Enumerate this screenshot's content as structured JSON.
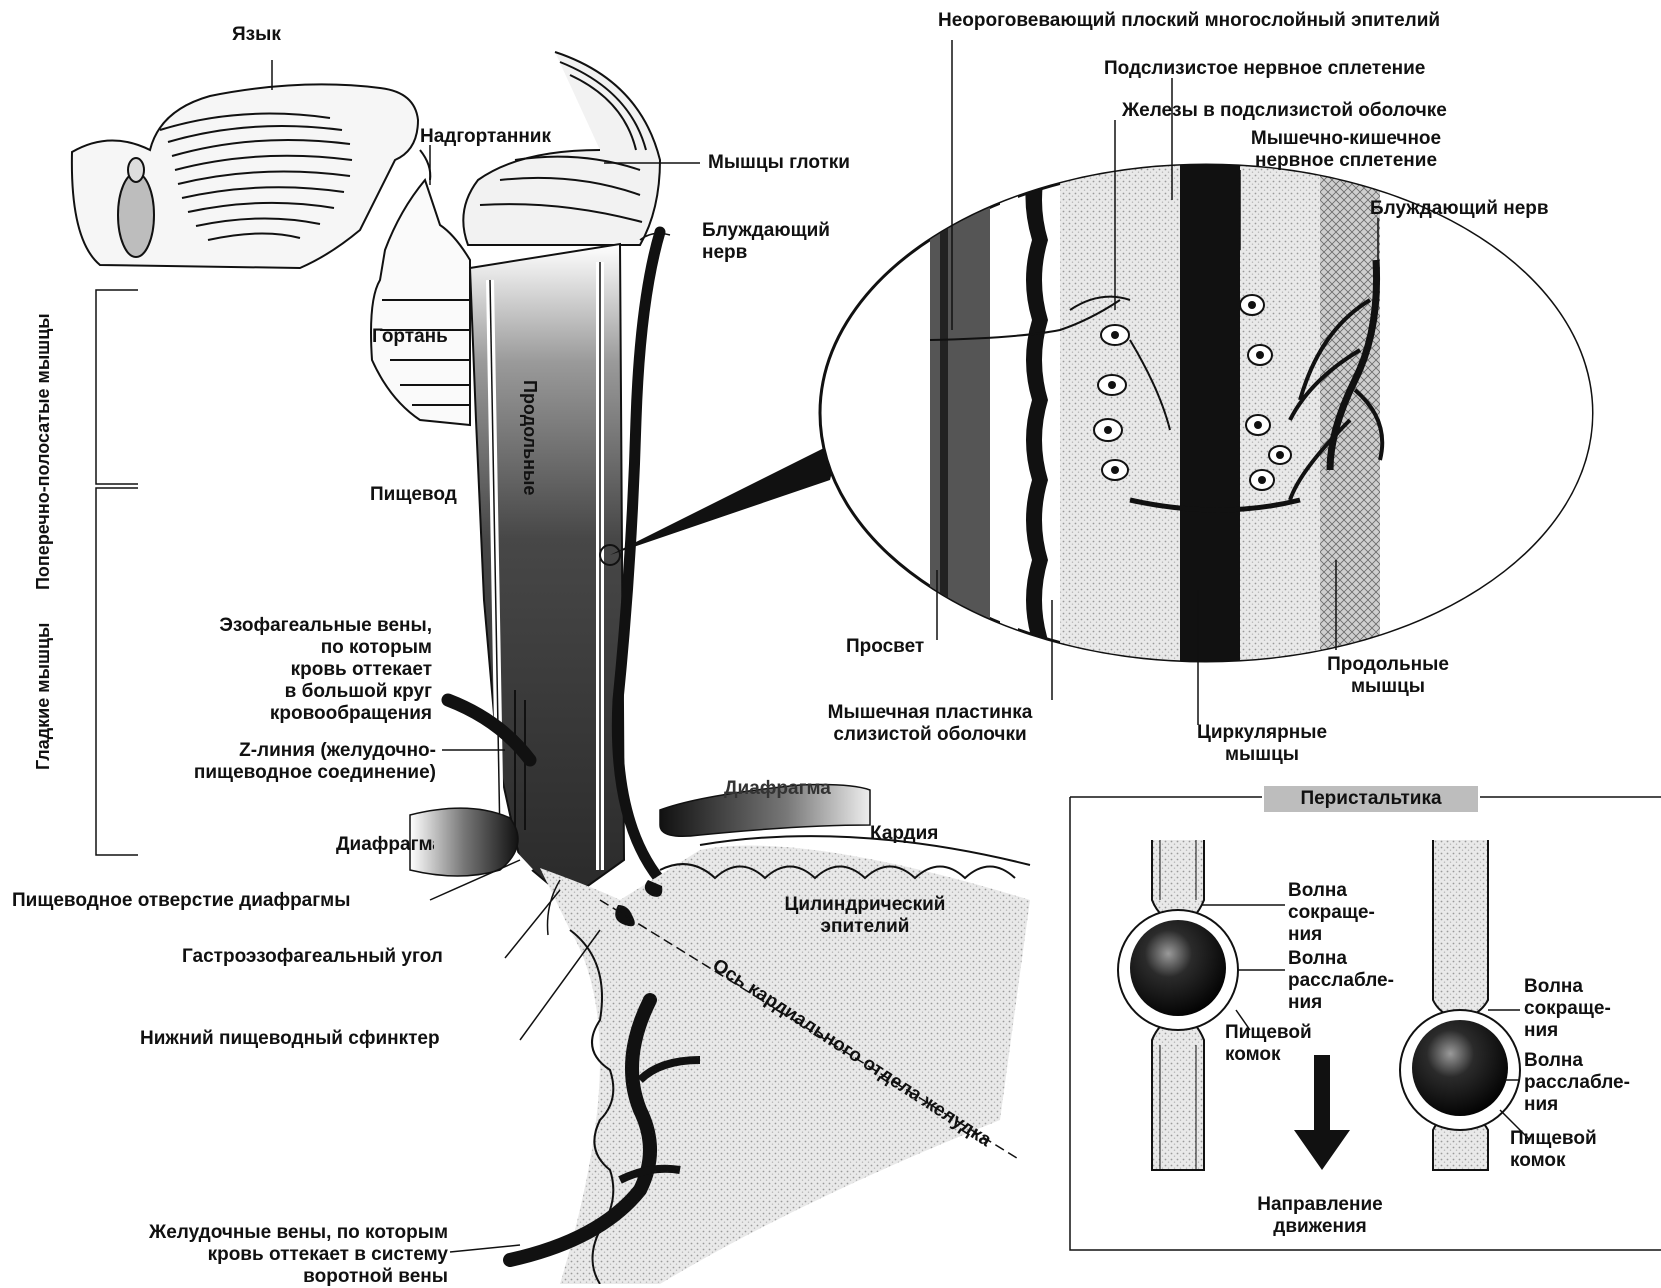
{
  "labels": {
    "tongue": "Язык",
    "epiglottis": "Надгортанник",
    "pharynx_muscles": "Мышцы глотки",
    "vagus_left_1": "Блуждающий",
    "vagus_left_2": "нерв",
    "larynx": "Гортань",
    "esophagus": "Пищевод",
    "longitudinal_vertical": "Продольные",
    "striated_muscles": "Поперечно-полосатые мышцы",
    "smooth_muscles": "Гладкие мышцы",
    "esophageal_veins": "Эзофагеальные вены,\nпо которым\nкровь оттекает\nв большой круг\nкровообращения",
    "z_line": "Z-линия (желудочно-\nпищеводное соединение)",
    "diaphragm_left": "Диафрагма",
    "diaphragm_right": "Диафрагма",
    "hiatus": "Пищеводное отверстие диафрагмы",
    "gastroesophageal_angle": "Гастроэзофагеальный угол",
    "lower_sphincter": "Нижний пищеводный сфинктер",
    "gastric_veins": "Желудочные вены, по которым\nкровь оттекает в систему\nворотной вены",
    "cardia": "Кардия",
    "columnar_epithelium": "Цилиндрический\nэпителий",
    "cardia_axis": "Ось кардиального отдела желудка",
    "nonkeratinized_epithelium": "Неороговевающий плоский многослойный эпителий",
    "submucosal_plexus": "Подслизистое нервное сплетение",
    "submucosal_glands": "Железы в подслизистой оболочке",
    "myenteric_plexus": "Мышечно-кишечное\nнервное сплетение",
    "vagus_right": "Блуждающий нерв",
    "lumen": "Просвет",
    "muscularis_mucosae": "Мышечная пластинка\nслизистой оболочки",
    "circular_muscles": "Циркулярные\nмышцы",
    "longitudinal_muscles": "Продольные\nмышцы"
  },
  "peristalsis": {
    "title": "Перистальтика",
    "contraction_wave": "Волна\nсокраще-\nния",
    "relaxation_wave": "Волна\nрасслабле-\nния",
    "food_bolus": "Пищевой\nкомок",
    "direction": "Направление\nдвижения"
  }
}
